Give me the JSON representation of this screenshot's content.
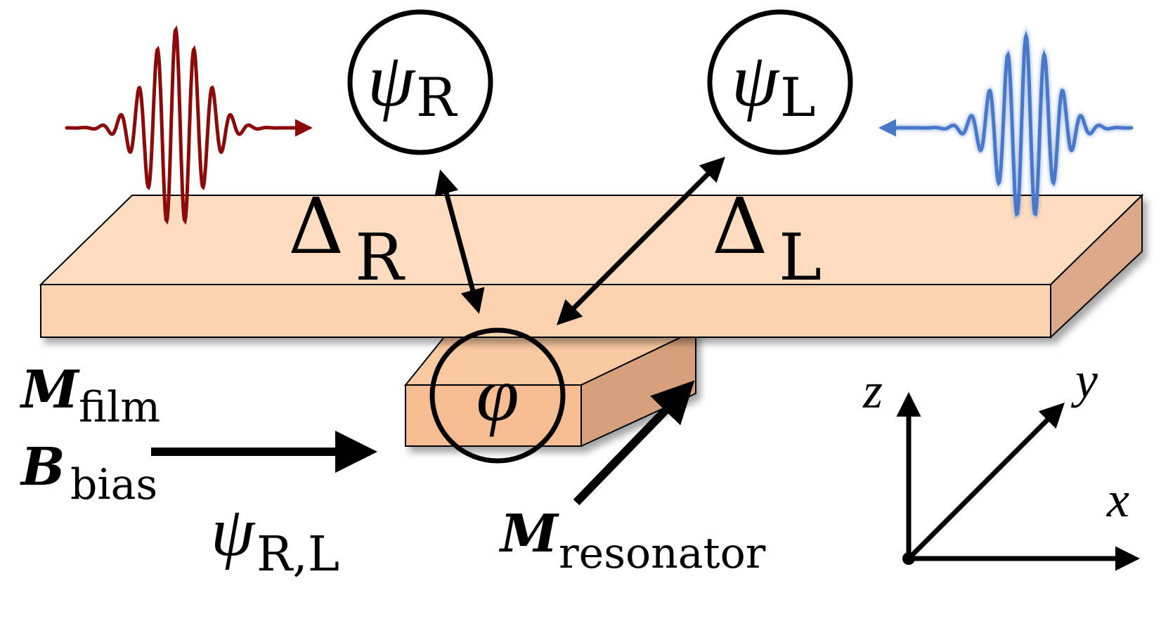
{
  "diagram": {
    "description": "Chiral magnon coupling: thin film with spin waves and a magnetic resonator beneath",
    "colors": {
      "film_top": "#fddcc0",
      "film_front": "#fbd2b0",
      "film_side": "#dba98a",
      "resonator_top": "#f8c8a0",
      "resonator_front": "#f5bd91",
      "resonator_side": "#d7a07c",
      "wave_right": "#8b0a0a",
      "wave_left": "#4a78c8",
      "stroke": "#000000",
      "background": "#ffffff"
    },
    "modes": {
      "right": {
        "symbol": "ψ",
        "subscript": "R"
      },
      "left": {
        "symbol": "ψ",
        "subscript": "L"
      },
      "resonator": {
        "symbol": "φ"
      }
    },
    "couplings": {
      "right": {
        "symbol": "Δ",
        "subscript": "R"
      },
      "left": {
        "symbol": "Δ",
        "subscript": "L"
      }
    },
    "labels": {
      "m_film": {
        "symbol": "M",
        "subscript": "film"
      },
      "b_bias": {
        "symbol": "B",
        "subscript": "bias"
      },
      "psi_rl": {
        "symbol": "ψ",
        "subscript": "R,L"
      },
      "m_resonator": {
        "symbol": "M",
        "subscript": "resonator"
      }
    },
    "axes": {
      "x": "x",
      "y": "y",
      "z": "z"
    }
  }
}
